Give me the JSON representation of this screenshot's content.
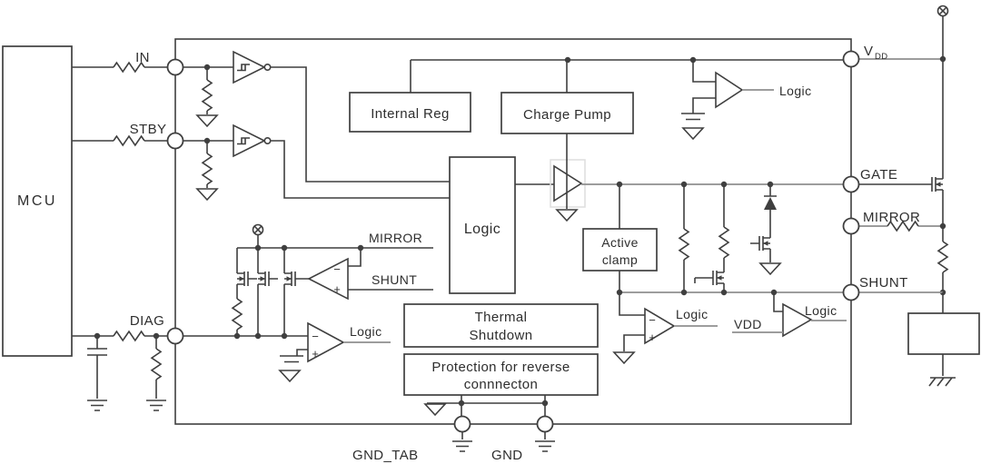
{
  "diagram": {
    "external": {
      "mcu_label": "MCU",
      "gnd_tab_label": "GND_TAB",
      "gnd_label": "GND"
    },
    "pins": {
      "in": "IN",
      "stby": "STBY",
      "diag": "DIAG",
      "vdd_main": "V",
      "vdd_sub": "DD",
      "gate": "GATE",
      "mirror": "MIRROR",
      "shunt": "SHUNT"
    },
    "blocks": {
      "internal_reg": "Internal Reg",
      "charge_pump": "Charge Pump",
      "logic": "Logic",
      "active_clamp": {
        "line1": "Active",
        "line2": "clamp"
      },
      "thermal": {
        "line1": "Thermal",
        "line2": "Shutdown"
      },
      "protection": {
        "line1": "Protection for reverse",
        "line2": "connnecton"
      }
    },
    "nets": {
      "mirror_net": "MIRROR",
      "shunt_net": "SHUNT",
      "vdd_net": "VDD",
      "logic_out_top": "Logic",
      "logic_out_diag": "Logic",
      "logic_out_clamp": "Logic",
      "logic_out_vds": "Logic"
    },
    "opamp_marks": {
      "minus": "−",
      "plus": "+"
    },
    "colors": {
      "line_dark": "#3f3f3f",
      "line_gray": "#8f8f8f",
      "driver_highlight": "#dedede",
      "text": "#2e2e2e",
      "background": "#ffffff"
    }
  }
}
